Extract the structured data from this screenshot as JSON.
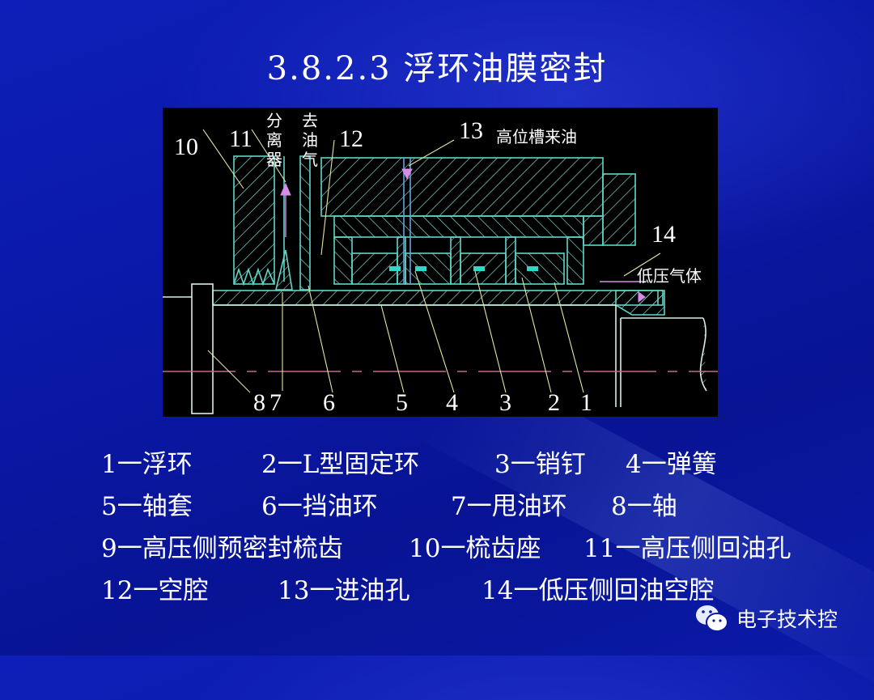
{
  "slide": {
    "title": "3.8.2.3 浮环油膜密封"
  },
  "diagram": {
    "part_numbers": {
      "n1": "1",
      "n2": "2",
      "n3": "3",
      "n4": "4",
      "n5": "5",
      "n6": "6",
      "n7": "7",
      "n8": "8",
      "n10": "10",
      "n11": "11",
      "n12": "12",
      "n13": "13",
      "n14": "14"
    },
    "annotations": {
      "separator": "分离器",
      "degas": "去油气",
      "high_tank_oil": "高位槽来油",
      "low_pressure_gas": "低压气体"
    },
    "colors": {
      "background": "#000000",
      "outline": "#5fd6c8",
      "hatch": "#7fd9c9",
      "leader": "#e6e6a0",
      "flow_arrow": "#d88ce8",
      "centerline": "#c06a8a",
      "shaft_line": "#d6f0e8"
    }
  },
  "legend": {
    "items": [
      {
        "num": "1",
        "text": "1一浮环"
      },
      {
        "num": "2",
        "text": "2一L型固定环"
      },
      {
        "num": "3",
        "text": "3一销钉"
      },
      {
        "num": "4",
        "text": "4一弹簧"
      },
      {
        "num": "5",
        "text": "5一轴套"
      },
      {
        "num": "6",
        "text": "6一挡油环"
      },
      {
        "num": "7",
        "text": "7一甩油环"
      },
      {
        "num": "8",
        "text": "8一轴"
      },
      {
        "num": "9",
        "text": "9一高压侧预密封梳齿"
      },
      {
        "num": "10",
        "text": "10一梳齿座"
      },
      {
        "num": "11",
        "text": "11一高压侧回油孔"
      },
      {
        "num": "12",
        "text": "12一空腔"
      },
      {
        "num": "13",
        "text": "13一进油孔"
      },
      {
        "num": "14",
        "text": "14一低压侧回油空腔"
      }
    ]
  },
  "watermark": {
    "icon": "wechat-icon",
    "text": "电子技术控"
  }
}
